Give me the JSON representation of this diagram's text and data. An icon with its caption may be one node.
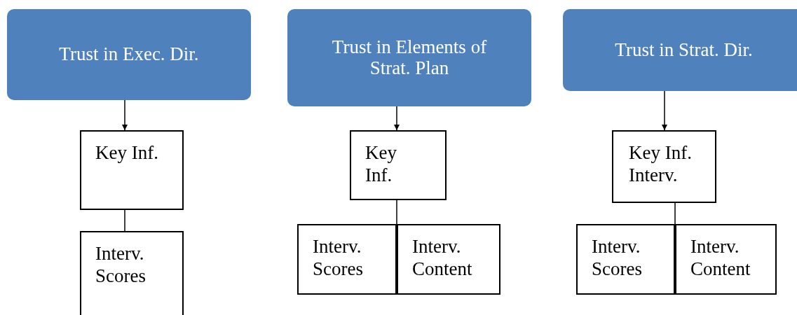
{
  "diagram": {
    "nodes": [
      {
        "text": [
          "Trust in Exec. Dir."
        ]
      },
      {
        "text": [
          "Key Inf."
        ]
      },
      {
        "text": [
          "Interv. Scores"
        ]
      },
      {
        "text": [
          "Trust in Elements of Strat. Plan"
        ]
      },
      {
        "text": [
          "Key Inf."
        ]
      },
      {
        "text": [
          "Interv. Scores"
        ]
      },
      {
        "text": [
          "Interv. Content"
        ]
      },
      {
        "text": [
          "Trust in Strat. Dir."
        ]
      },
      {
        "text": [
          "Key Inf. Interv."
        ]
      },
      {
        "text": [
          "Interv. Scores"
        ]
      },
      {
        "text": [
          "Interv. Content"
        ]
      }
    ],
    "edges": [
      {
        "from": 0,
        "to": 1,
        "arrow": "to"
      },
      {
        "from": 1,
        "to": 2,
        "arrow": "none"
      },
      {
        "from": 3,
        "to": 4,
        "arrow": "to"
      },
      {
        "from": 4,
        "to": 5,
        "arrow": "none"
      },
      {
        "from": 4,
        "to": 6,
        "arrow": "none"
      },
      {
        "from": 7,
        "to": 8,
        "arrow": "to"
      },
      {
        "from": 8,
        "to": 9,
        "arrow": "none"
      },
      {
        "from": 8,
        "to": 10,
        "arrow": "none"
      }
    ]
  }
}
